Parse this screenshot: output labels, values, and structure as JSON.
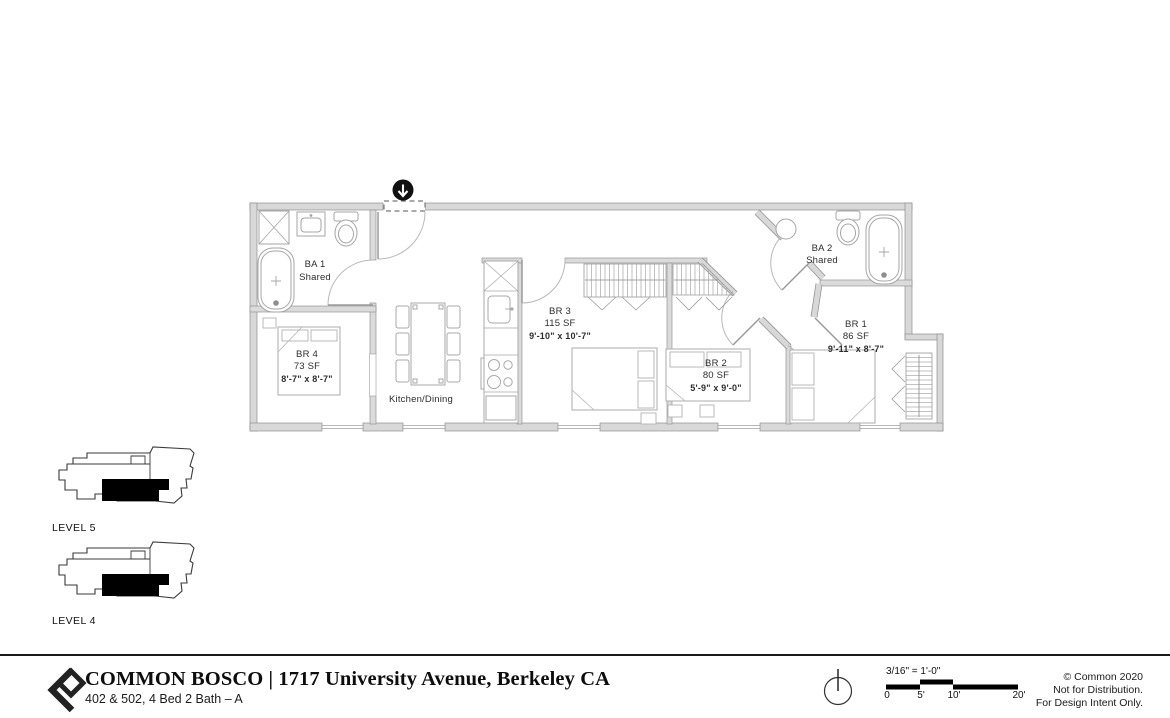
{
  "plan": {
    "rooms": {
      "ba1": {
        "name": "BA 1",
        "type": "Shared"
      },
      "ba2": {
        "name": "BA 2",
        "type": "Shared"
      },
      "br1": {
        "name": "BR 1",
        "area": "86 SF",
        "dims": "9'-11\" x 8'-7\""
      },
      "br2": {
        "name": "BR 2",
        "area": "80 SF",
        "dims": "5'-9\" x 9'-0\""
      },
      "br3": {
        "name": "BR 3",
        "area": "115 SF",
        "dims": "9'-10\" x 10'-7\""
      },
      "br4": {
        "name": "BR 4",
        "area": "73 SF",
        "dims": "8'-7\" x 8'-7\""
      },
      "kitchen": {
        "name": "Kitchen/Dining"
      }
    }
  },
  "keyplans": [
    {
      "label": "LEVEL 5"
    },
    {
      "label": "LEVEL 4"
    }
  ],
  "footer": {
    "title": "COMMON BOSCO | 1717 University Avenue, Berkeley CA",
    "subtitle": "402 & 502, 4 Bed 2 Bath – A",
    "scale": {
      "label": "3/16\" = 1'-0\"",
      "ticks": [
        "0",
        "5'",
        "10'",
        "20'"
      ]
    },
    "rights": [
      "© Common 2020",
      "Not for Distribution.",
      "For Design Intent Only."
    ]
  },
  "colors": {
    "wall_fill": "#d8d8d8",
    "wall_edge": "#8f8f8f",
    "furniture_line": "#adadad",
    "text": "#2d2d2d",
    "marker": "#111111"
  }
}
